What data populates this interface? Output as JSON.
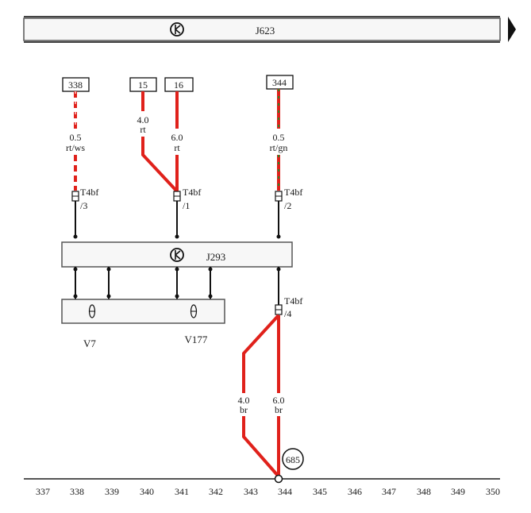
{
  "top_bus": {
    "label": "J623"
  },
  "module": {
    "label": "J293"
  },
  "fans": {
    "left_label": "V7",
    "right_label": "V177"
  },
  "terminals": [
    "338",
    "15",
    "16",
    "344"
  ],
  "wires": [
    {
      "size": "0.5",
      "color": "rt/ws"
    },
    {
      "size": "4.0",
      "color": "rt"
    },
    {
      "size": "6.0",
      "color": "rt"
    },
    {
      "size": "0.5",
      "color": "rt/gn"
    },
    {
      "size": "4.0",
      "color": "br"
    },
    {
      "size": "6.0",
      "color": "br"
    }
  ],
  "connectors": [
    {
      "name": "T4bf",
      "pin": "/3"
    },
    {
      "name": "T4bf",
      "pin": "/1"
    },
    {
      "name": "T4bf",
      "pin": "/2"
    },
    {
      "name": "T4bf",
      "pin": "/4"
    }
  ],
  "ground": {
    "label": "685"
  },
  "scale": [
    "337",
    "338",
    "339",
    "340",
    "341",
    "342",
    "343",
    "344",
    "345",
    "346",
    "347",
    "348",
    "349",
    "350"
  ],
  "colors": {
    "wire_red": "#e0211b",
    "wire_green": "#2a8a2a",
    "wire_black": "#111111",
    "box_stroke": "#555555"
  }
}
